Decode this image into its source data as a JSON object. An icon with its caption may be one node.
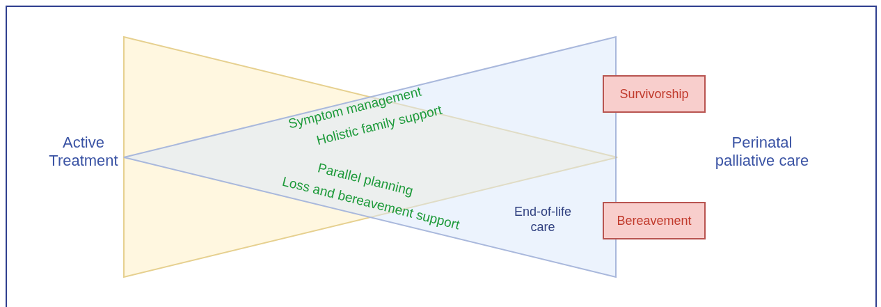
{
  "diagram": {
    "nodes": [
      {
        "text": [
          "Survivorship"
        ]
      },
      {
        "text": [
          "Bereavement"
        ]
      }
    ],
    "edges": [],
    "labels": [
      "Active Treatment",
      "Perinatal palliative care",
      "Symptom management",
      "Holistic family support",
      "Parallel planning",
      "Loss and bereavement support",
      "End-of-life care"
    ]
  }
}
